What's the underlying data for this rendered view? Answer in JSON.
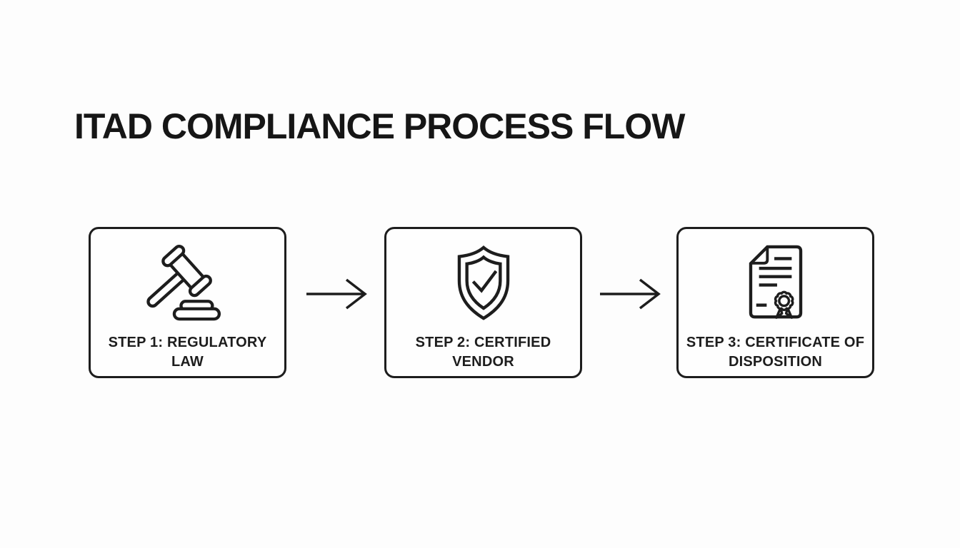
{
  "page": {
    "title": "ITAD COMPLIANCE PROCESS FLOW",
    "background_color": "#fdfdfd",
    "ink_color": "#1d1d1d"
  },
  "diagram": {
    "type": "process-flow",
    "connector": "right-arrow",
    "steps": [
      {
        "step_number": 1,
        "icon": "gavel-icon",
        "label": "STEP 1: REGULATORY LAW",
        "label_lines": [
          "STEP 1: REGULATORY",
          "LAW"
        ]
      },
      {
        "step_number": 2,
        "icon": "shield-check-icon",
        "label": "STEP 2: CERTIFIED VENDOR",
        "label_lines": [
          "STEP 2: CERTIFIED",
          "VENDOR"
        ]
      },
      {
        "step_number": 3,
        "icon": "certificate-icon",
        "label": "STEP 3: CERTIFICATE OF DISPOSITION",
        "label_lines": [
          "STEP 3: CERTIFICATE OF",
          "DISPOSITION"
        ]
      }
    ]
  }
}
